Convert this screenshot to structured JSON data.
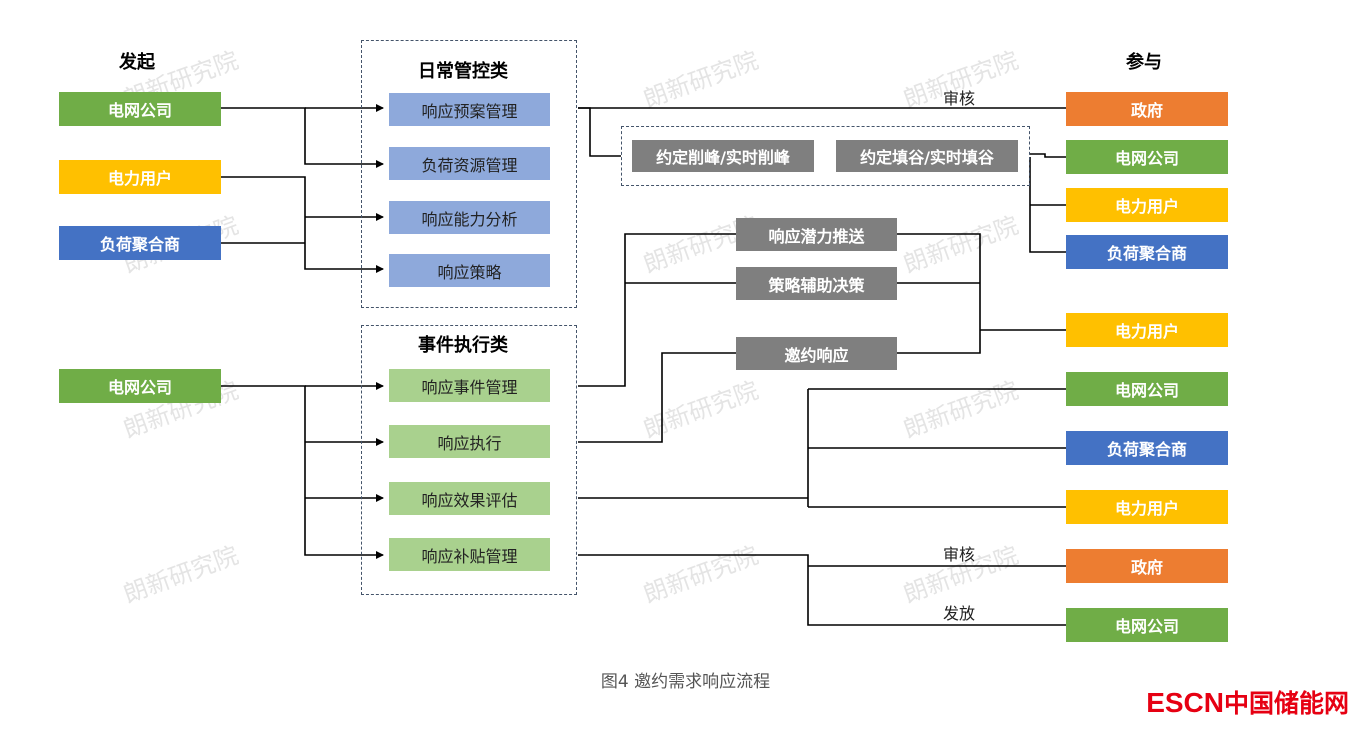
{
  "watermark": "朗新研究院",
  "headers": {
    "initiate": "发起",
    "participate": "参与",
    "daily": "日常管控类",
    "event": "事件执行类"
  },
  "left": {
    "grid_company_1": "电网公司",
    "power_user": "电力用户",
    "aggregator": "负荷聚合商",
    "grid_company_2": "电网公司"
  },
  "daily_items": [
    "响应预案管理",
    "负荷资源管理",
    "响应能力分析",
    "响应策略"
  ],
  "event_items": [
    "响应事件管理",
    "响应执行",
    "响应效果评估",
    "响应补贴管理"
  ],
  "peak": {
    "shave": "约定削峰/实时削峰",
    "fill": "约定填谷/实时填谷"
  },
  "middle": {
    "push": "响应潜力推送",
    "decision": "策略辅助决策",
    "invite": "邀约响应"
  },
  "right": {
    "gov_1": "政府",
    "grid_1": "电网公司",
    "user_1": "电力用户",
    "agg_1": "负荷聚合商",
    "user_2": "电力用户",
    "grid_2": "电网公司",
    "agg_2": "负荷聚合商",
    "user_3": "电力用户",
    "gov_2": "政府",
    "grid_3": "电网公司"
  },
  "labels": {
    "audit_1": "审核",
    "audit_2": "审核",
    "issue": "发放"
  },
  "caption": "图4   邀约需求响应流程",
  "logo": {
    "brand": "ESCN",
    "name": "中国储能网"
  }
}
